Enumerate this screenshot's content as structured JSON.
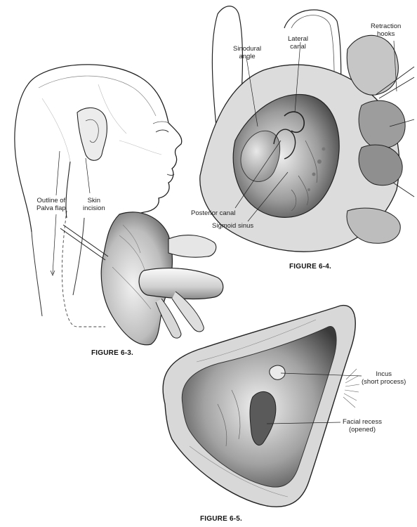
{
  "figure_6_3": {
    "caption": "FIGURE 6-3.",
    "labels": {
      "outline_palva_flap_line1": "Outline of",
      "outline_palva_flap_line2": "Palva flap",
      "skin_incision_line1": "Skin",
      "skin_incision_line2": "incision"
    }
  },
  "figure_6_4": {
    "caption": "FIGURE 6-4.",
    "labels": {
      "sinodural_angle_line1": "Sinodural",
      "sinodural_angle_line2": "angle",
      "lateral_canal_line1": "Lateral",
      "lateral_canal_line2": "canal",
      "retraction_hooks_line1": "Retraction",
      "retraction_hooks_line2": "hooks",
      "posterior_canal": "Posterior canal",
      "sigmoid_sinus": "Sigmoid sinus"
    }
  },
  "figure_6_5": {
    "caption": "FIGURE 6-5.",
    "labels": {
      "incus_line1": "Incus",
      "incus_line2": "(short process)",
      "facial_recess_line1": "Facial recess",
      "facial_recess_line2": "(opened)"
    }
  },
  "colors": {
    "ink": "#1a1a1a",
    "shade_dark": "#6e6e6e",
    "shade_mid": "#a9a9a9",
    "shade_light": "#d6d6d6",
    "paper": "#ffffff"
  }
}
